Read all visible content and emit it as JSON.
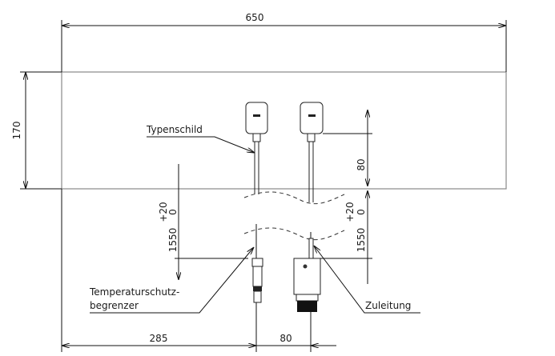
{
  "dimensions": {
    "width_total": "650",
    "height_panel": "170",
    "sensor_offset": "80",
    "tolerance_upper": "+20",
    "tolerance_lower": "0",
    "cable_length": "1550",
    "left_offset": "285",
    "spacing": "80"
  },
  "labels": {
    "type_plate": "Typenschild",
    "temp_limiter_line1": "Temperaturschutz-",
    "temp_limiter_line2": "begrenzer",
    "supply_line": "Zuleitung"
  }
}
